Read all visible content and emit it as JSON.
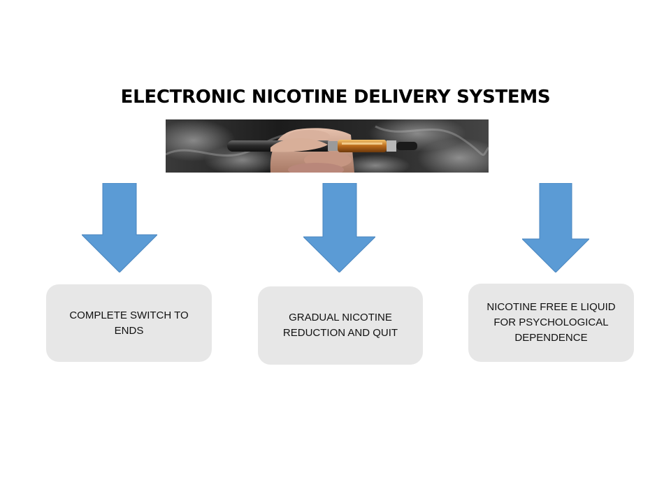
{
  "diagram": {
    "title": "ELECTRONIC NICOTINE DELIVERY SYSTEMS",
    "image": {
      "subject": "hand-holding-e-cigarette-photo"
    },
    "arrow_color": "#5b9bd5",
    "box_color": "#e7e7e7",
    "options": [
      {
        "label": "COMPLETE SWITCH TO ENDS"
      },
      {
        "label": "GRADUAL NICOTINE\nREDUCTION AND QUIT"
      },
      {
        "label": "NICOTINE FREE E LIQUID\nFOR PSYCHOLOGICAL\nDEPENDENCE"
      }
    ]
  }
}
